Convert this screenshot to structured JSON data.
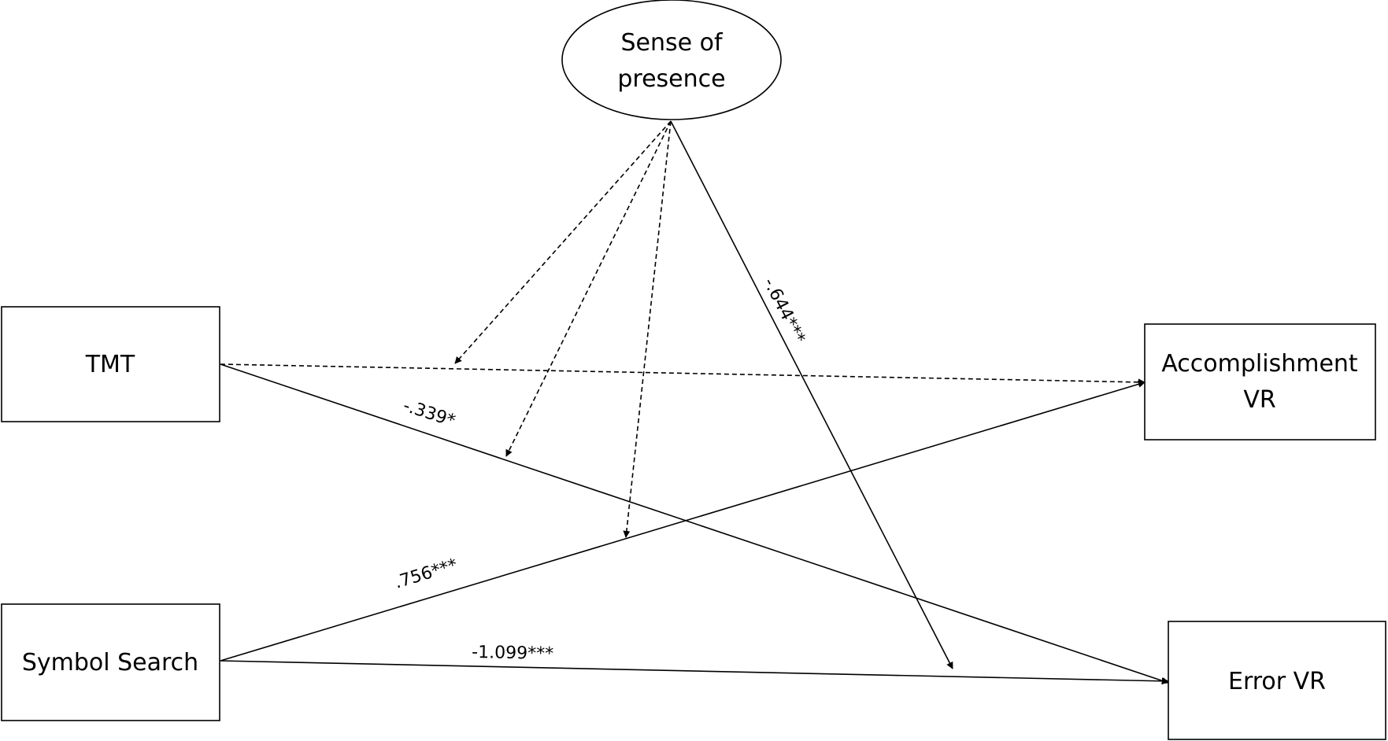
{
  "nodes": {
    "sense_of_presence": {
      "line1": "Sense of",
      "line2": "presence"
    },
    "tmt": {
      "label": "TMT"
    },
    "symbol_search": {
      "label": "Symbol Search"
    },
    "accomplishment_vr": {
      "line1": "Accomplishment",
      "line2": "VR"
    },
    "error_vr": {
      "label": "Error VR"
    }
  },
  "coefficients": {
    "presence_to_error": "-.644***",
    "tmt_to_error": "-.339*",
    "symbol_to_accomplishment": ".756***",
    "symbol_to_error": "-1.099***"
  },
  "colors": {
    "stroke": "#000000",
    "background": "#ffffff"
  }
}
